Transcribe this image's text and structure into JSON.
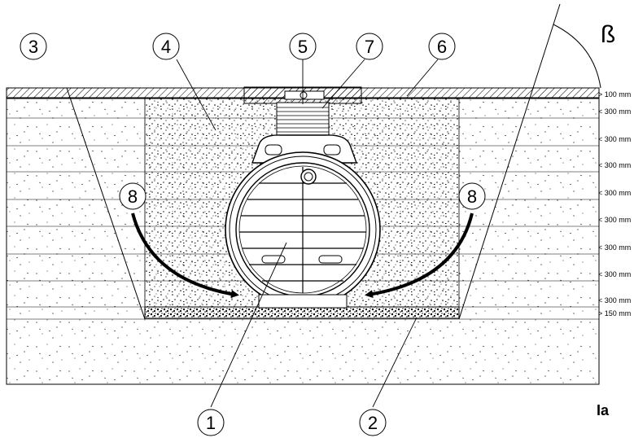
{
  "figure": {
    "label": "Ia",
    "angle_symbol": "ß"
  },
  "callouts": [
    {
      "id": "1",
      "label": "1"
    },
    {
      "id": "2",
      "label": "2"
    },
    {
      "id": "3",
      "label": "3"
    },
    {
      "id": "4",
      "label": "4"
    },
    {
      "id": "5",
      "label": "5"
    },
    {
      "id": "6",
      "label": "6"
    },
    {
      "id": "7",
      "label": "7"
    },
    {
      "id": "8a",
      "label": "8"
    },
    {
      "id": "8b",
      "label": "8"
    }
  ],
  "dimensions": [
    "> 100 mm",
    "< 300 mm",
    "< 300 mm",
    "< 300 mm",
    "< 300 mm",
    "< 300 mm",
    "< 300 mm",
    "< 300 mm",
    "< 300 mm",
    "> 150 mm"
  ],
  "colors": {
    "line": "#000000",
    "background": "#ffffff",
    "hatch": "#000000"
  }
}
